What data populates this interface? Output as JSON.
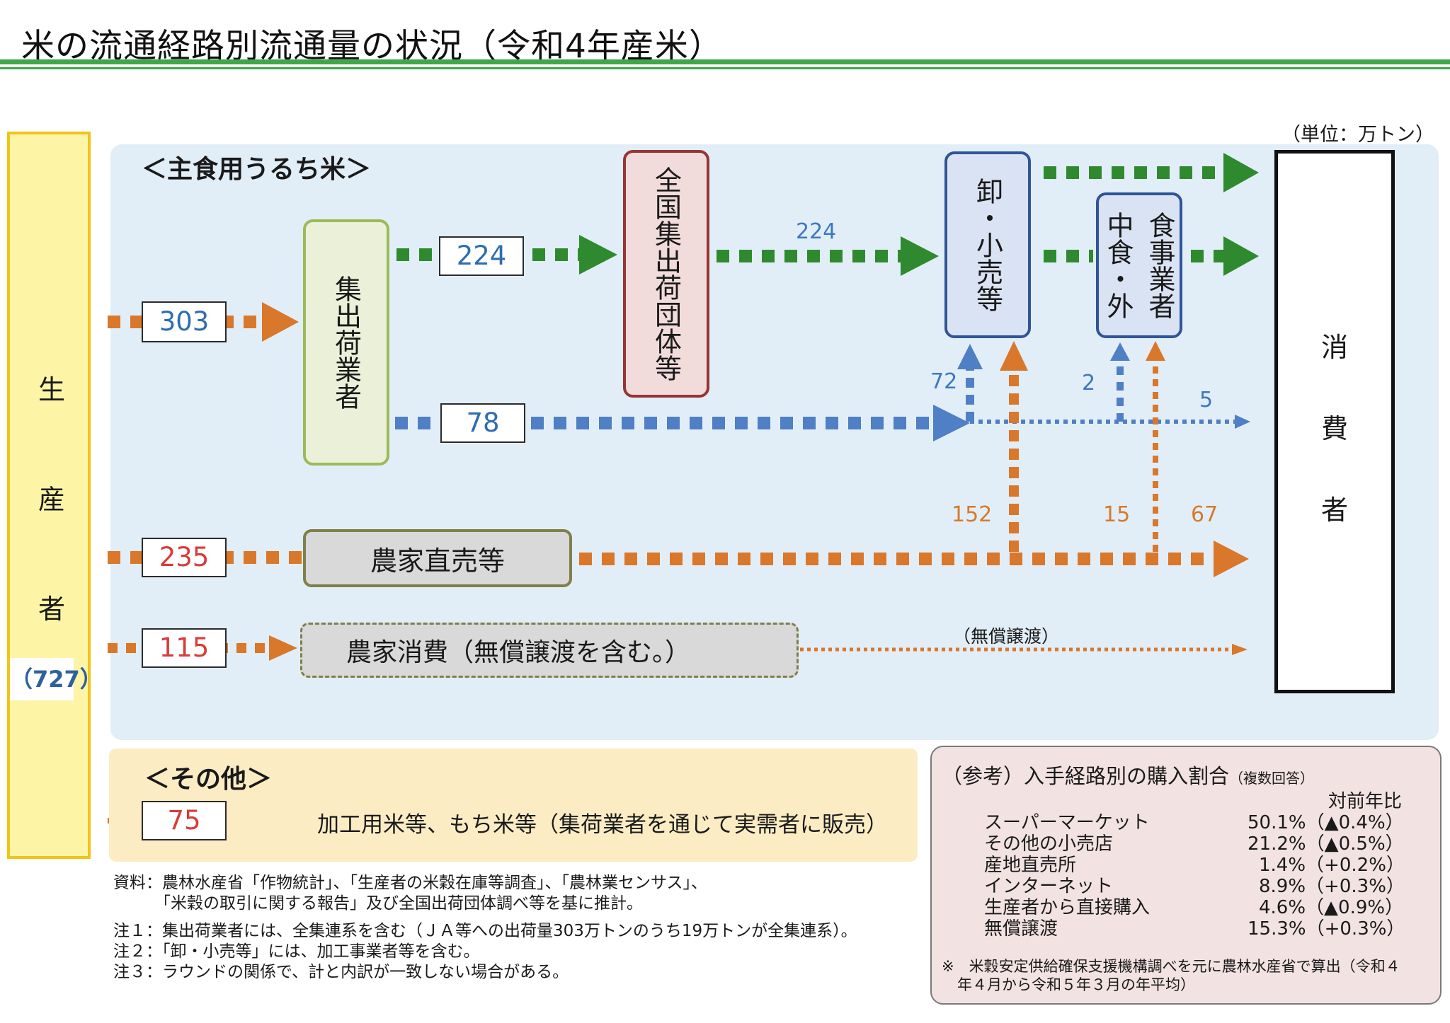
{
  "title": "米の流通経路別流通量の状況（令和4年産米）",
  "unit": "（単位：万トン）",
  "producer": {
    "chars": [
      "生",
      "産",
      "者"
    ],
    "total": "（727）"
  },
  "consumer": {
    "chars": [
      "消",
      "費",
      "者"
    ]
  },
  "main_section_title": "＜主食用うるち米＞",
  "nodes": {
    "shukka": "集出荷業者",
    "zenkoku": "全国集出荷団体等",
    "oroshi": "卸・小売等",
    "chushoku_col1": "中食・外",
    "chushoku_col2": "食事業者",
    "chokubai": "農家直売等",
    "shohi": "農家消費（無償譲渡を含む。）"
  },
  "values": {
    "producer_to_shukka": "303",
    "shukka_to_zenkoku": "224",
    "zenkoku_to_oroshi": "224",
    "shukka_direct": "78",
    "direct_to_oroshi": "72",
    "direct_to_chushoku": "2",
    "direct_to_consumer": "5",
    "chokubai_total": "235",
    "chokubai_to_oroshi": "152",
    "chokubai_to_chushoku": "15",
    "chokubai_to_consumer": "67",
    "farm_consumption": "115",
    "gratis_label": "（無償譲渡）"
  },
  "others": {
    "title": "＜その他＞",
    "value": "75",
    "desc": "加工用米等、もち米等（集荷業者を通じて実需者に販売）"
  },
  "notes": [
    "資料：農林水産省「作物統計」、「生産者の米穀在庫等調査」、「農林業センサス」、",
    "「米穀の取引に関する報告」及び全国出荷団体調べ等を基に推計。",
    "注１：集出荷業者には、全集連系を含む（ＪＡ等への出荷量303万トンのうち19万トンが全集連系）。",
    "注２：「卸・小売等」には、加工事業者等を含む。",
    "注３：ラウンドの関係で、計と内訳が一致しない場合がある。"
  ],
  "reference": {
    "title": "（参考）入手経路別の購入割合",
    "title_small": "（複数回答）",
    "col_header": "対前年比",
    "rows": [
      {
        "label": "スーパーマーケット",
        "value": "50.1%（▲0.4%）"
      },
      {
        "label": "その他の小売店",
        "value": "21.2%（▲0.5%）"
      },
      {
        "label": "産地直売所",
        "value": "1.4%（+0.2%）"
      },
      {
        "label": "インターネット",
        "value": "8.9%（+0.3%）"
      },
      {
        "label": "生産者から直接購入",
        "value": "4.6%（▲0.9%）"
      },
      {
        "label": "無償譲渡",
        "value": "15.3%（+0.3%）"
      }
    ],
    "footnote_1": "※　米穀安定供給確保支援機構調べを元に農林水産省で算出（令和４",
    "footnote_2": "年４月から令和５年３月の年平均）"
  },
  "colors": {
    "green": "#2f8a2f",
    "blue": "#4f7fc4",
    "orange": "#d9772b"
  }
}
